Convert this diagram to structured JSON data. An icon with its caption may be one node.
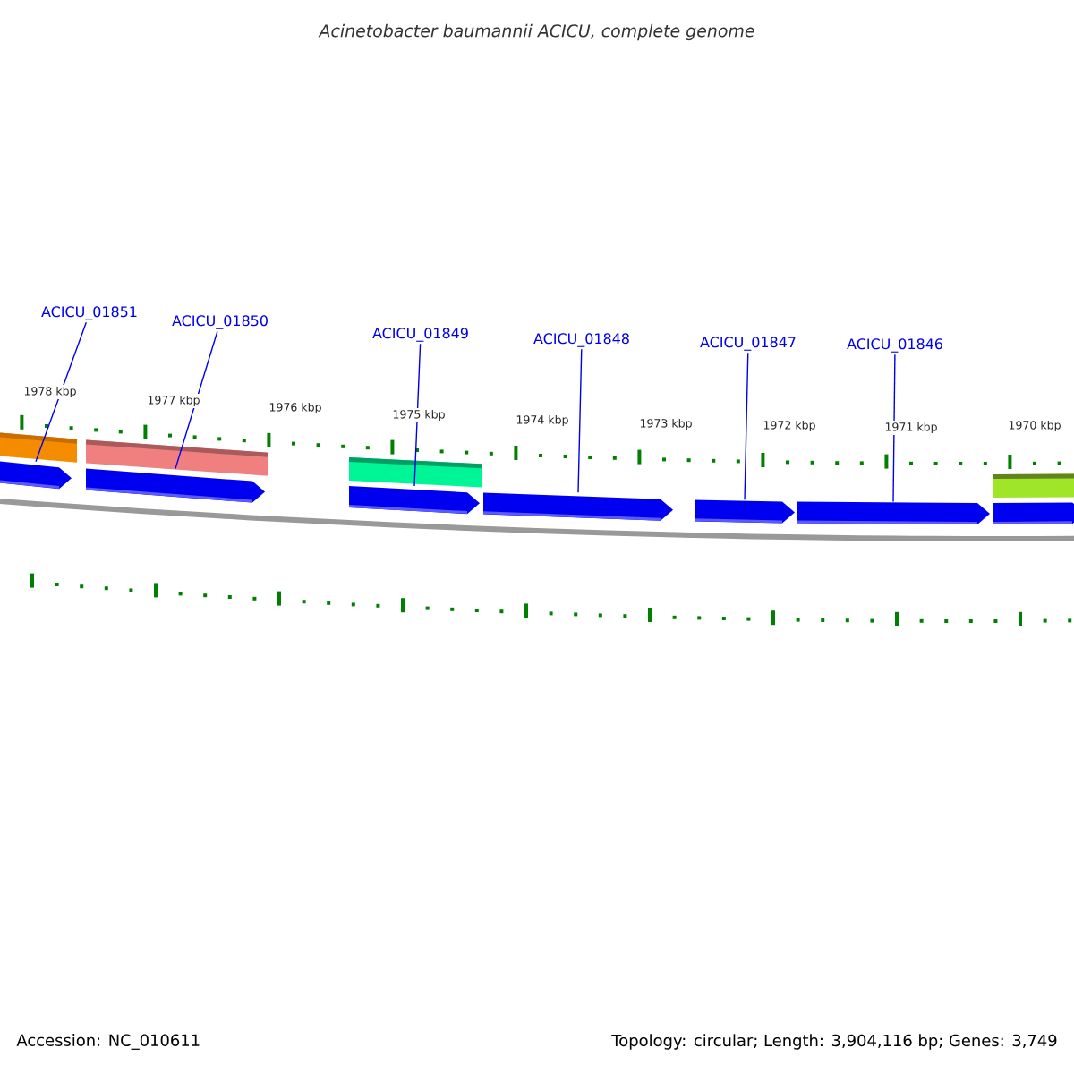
{
  "diagram": {
    "title": "Acinetobacter baumannii ACICU, complete genome",
    "nodes": [
      {
        "text": [
          "ACICU_01851"
        ]
      },
      {
        "text": [
          "ACICU_01850"
        ]
      },
      {
        "text": [
          "ACICU_01849"
        ]
      },
      {
        "text": [
          "ACICU_01848"
        ]
      },
      {
        "text": [
          "ACICU_01847"
        ]
      },
      {
        "text": [
          "ACICU_01846"
        ]
      },
      {
        "text": [],
        "shape": "arrow"
      },
      {
        "text": [],
        "shape": "arrow"
      },
      {
        "text": [],
        "shape": "arrow"
      },
      {
        "text": [],
        "shape": "arrow"
      },
      {
        "text": [],
        "shape": "arrow"
      },
      {
        "text": [],
        "shape": "arrow"
      },
      {
        "text": [],
        "shape": "arrow"
      }
    ],
    "edges": [
      {
        "from": 0,
        "to": 6,
        "arrow": "none"
      },
      {
        "from": 1,
        "to": 7,
        "arrow": "none"
      },
      {
        "from": 2,
        "to": 8,
        "arrow": "none"
      },
      {
        "from": 3,
        "to": 9,
        "arrow": "none"
      },
      {
        "from": 4,
        "to": 10,
        "arrow": "none"
      },
      {
        "from": 5,
        "to": 11,
        "arrow": "none"
      }
    ],
    "labels": [
      "1978 kbp",
      "1977 kbp",
      "1976 kbp",
      "1975 kbp",
      "1974 kbp",
      "1973 kbp",
      "1972 kbp",
      "1971 kbp",
      "1970 kbp",
      "Accession: NC_010611",
      "Topology: circular; Length: 3,904,116 bp; Genes: 3,749"
    ]
  }
}
